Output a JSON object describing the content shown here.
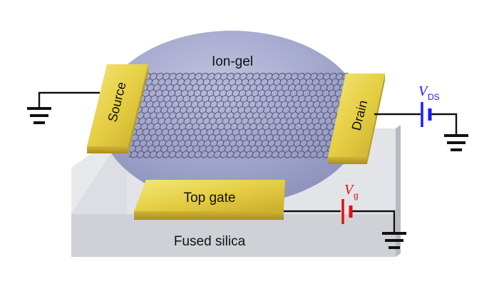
{
  "labels": {
    "ion_gel": "Ion-gel",
    "source": "Source",
    "drain": "Drain",
    "top_gate": "Top gate",
    "substrate": "Fused silica"
  },
  "voltages": {
    "drain_source": {
      "symbol": "V",
      "subscript": "DS",
      "color": "#1a1aff"
    },
    "gate": {
      "symbol": "V",
      "subscript": "g",
      "color": "#e01010"
    }
  },
  "colors": {
    "substrate": "#d4d6dc",
    "ion_gel": "#8a8fbf",
    "electrode": "#e8d44a",
    "graphene": "#222222",
    "wire": "#111111"
  }
}
